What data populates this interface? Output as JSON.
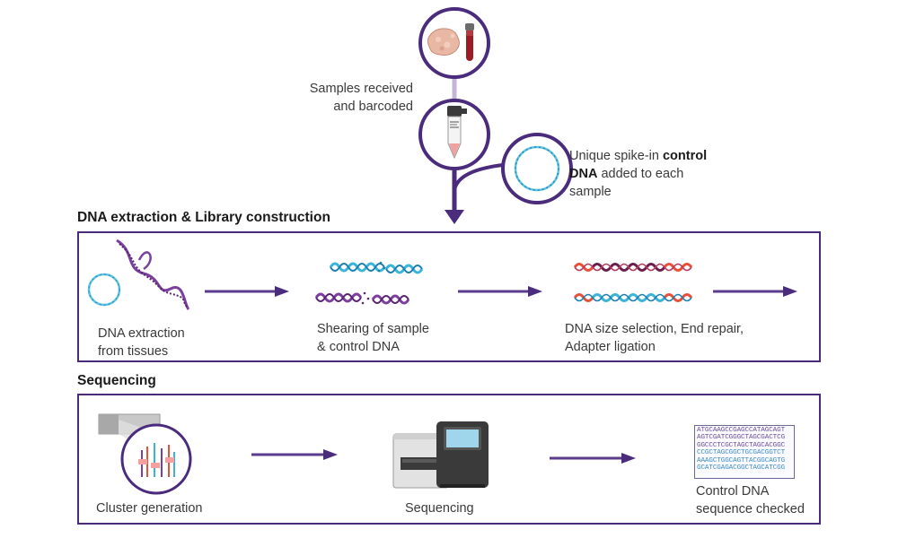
{
  "colors": {
    "purple_dark": "#4a2b7c",
    "purple_mid": "#7b3f9e",
    "cyan": "#3ab4d8",
    "orange_red": "#e8503a",
    "maroon": "#6b1f4d"
  },
  "intake": {
    "samples_label_line1": "Samples received",
    "samples_label_line2": "and barcoded",
    "spike_label_line1_pre": "Unique spike-in ",
    "spike_label_line1_bold": "control",
    "spike_label_line2_bold": "DNA",
    "spike_label_line2_post": " added to each",
    "spike_label_line3": "sample",
    "icons": [
      "tissue-sample-icon",
      "blood-tube-icon",
      "barcoded-tube-icon",
      "plasmid-icon"
    ]
  },
  "library": {
    "title": "DNA extraction & Library construction",
    "steps": [
      {
        "line1": "DNA extraction",
        "line2": "from tissues"
      },
      {
        "line1": "Shearing of sample",
        "line2": "& control DNA"
      },
      {
        "line1": "DNA size selection, End repair,",
        "line2": "Adapter ligation"
      }
    ]
  },
  "sequencing": {
    "title": "Sequencing",
    "steps": [
      {
        "line1": "Cluster generation"
      },
      {
        "line1": "Sequencing"
      },
      {
        "line1": "Control DNA",
        "line2": "sequence checked"
      }
    ],
    "sequence_lines": [
      {
        "text": "ATGCAAGCCGAGCCATAGCAGT",
        "color": "#6a4a9a"
      },
      {
        "text": "AGTCGATCGGGCTAGCGACTCG",
        "color": "#6a4a9a"
      },
      {
        "text": "GGCCCTCGCTAGCTAGCACGGC",
        "color": "#6a4a9a"
      },
      {
        "text": "CCGCTAGCGGCTGCGACGGTCT",
        "color": "#3a8ac8"
      },
      {
        "text": "AAAGCTGGCAGTTACGGCAGTG",
        "color": "#3a8ac8"
      },
      {
        "text": "GCATCGAGACGGCTAGCATCGG",
        "color": "#3a8ac8"
      }
    ]
  }
}
